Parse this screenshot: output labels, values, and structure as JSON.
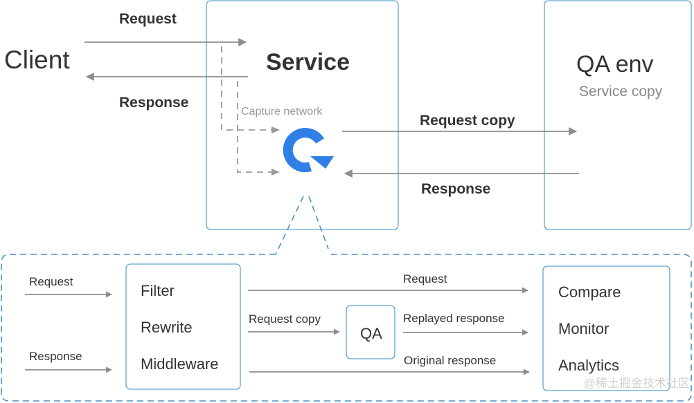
{
  "top": {
    "client_label": "Client",
    "request_label": "Request",
    "response_label": "Response",
    "service_label": "Service",
    "capture_label": "Capture network",
    "request_copy_label": "Request copy",
    "response_back_label": "Response",
    "qa_env_label": "QA env",
    "service_copy_label": "Service copy"
  },
  "bottom": {
    "request_in_label": "Request",
    "response_in_label": "Response",
    "middle_items": [
      "Filter",
      "Rewrite",
      "Middleware"
    ],
    "request_top_label": "Request",
    "request_copy_label": "Request copy",
    "qa_label": "QA",
    "replayed_response_label": "Replayed response",
    "original_response_label": "Original response",
    "right_items": [
      "Compare",
      "Monitor",
      "Analytics"
    ]
  },
  "watermark": "@稀土掘金技术社区",
  "colors": {
    "box_border": "#5fa3d0",
    "arrow": "#8d8d8d",
    "logo_blue": "#2f7fe6",
    "dashed_outline": "#4a90c8"
  },
  "icons": {
    "capture_logo": "capture-logo-icon"
  }
}
